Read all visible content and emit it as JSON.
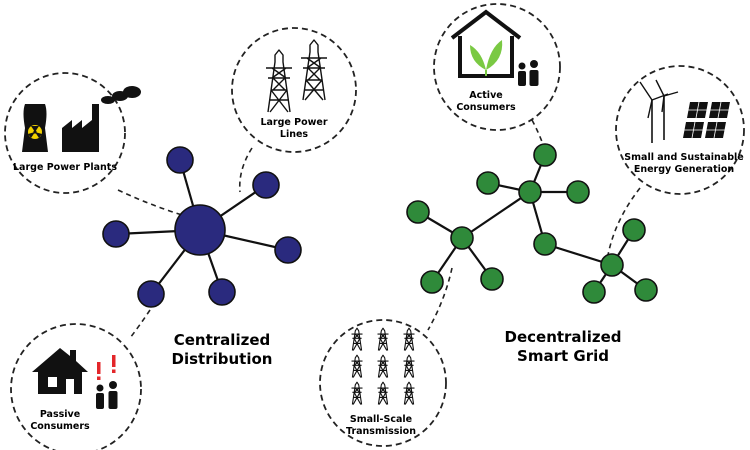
{
  "labels": {
    "large_power_plants": "Large Power Plants",
    "large_power_lines_1": "Large Power",
    "large_power_lines_2": "Lines",
    "active_consumers_1": "Active",
    "active_consumers_2": "Consumers",
    "small_sustainable_1": "Small and Sustainable",
    "small_sustainable_2": "Energy Generation",
    "passive_consumers_1": "Passive",
    "passive_consumers_2": "Consumers",
    "small_scale_1": "Small-Scale",
    "small_scale_2": "Transmission",
    "centralized_1": "Centralized",
    "centralized_2": "Distribution",
    "decentralized_1": "Decentralized",
    "decentralized_2": "Smart Grid"
  },
  "colors": {
    "centralized_node": "#2a2a7e",
    "decentralized_node": "#2f8a3a",
    "leaf": "#7ac943",
    "alert": "#e3262a",
    "radiation": "#f2d100"
  },
  "icons": [
    "nuclear-plant-icon",
    "factory-icon",
    "power-tower-icon",
    "house-leaf-icon",
    "people-icon",
    "wind-turbine-icon",
    "solar-panel-icon",
    "house-icon",
    "alert-icon"
  ]
}
